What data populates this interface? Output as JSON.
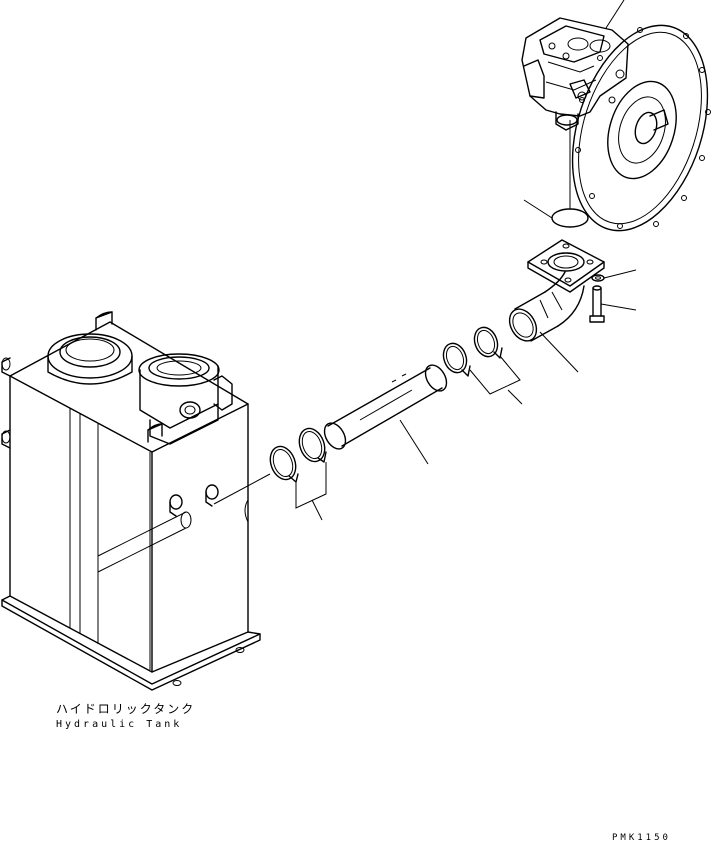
{
  "diagram": {
    "tank_label_jp": "ハイドロリックタンク",
    "tank_label_en": "Hydraulic Tank",
    "drawing_code": "PMK1150"
  }
}
